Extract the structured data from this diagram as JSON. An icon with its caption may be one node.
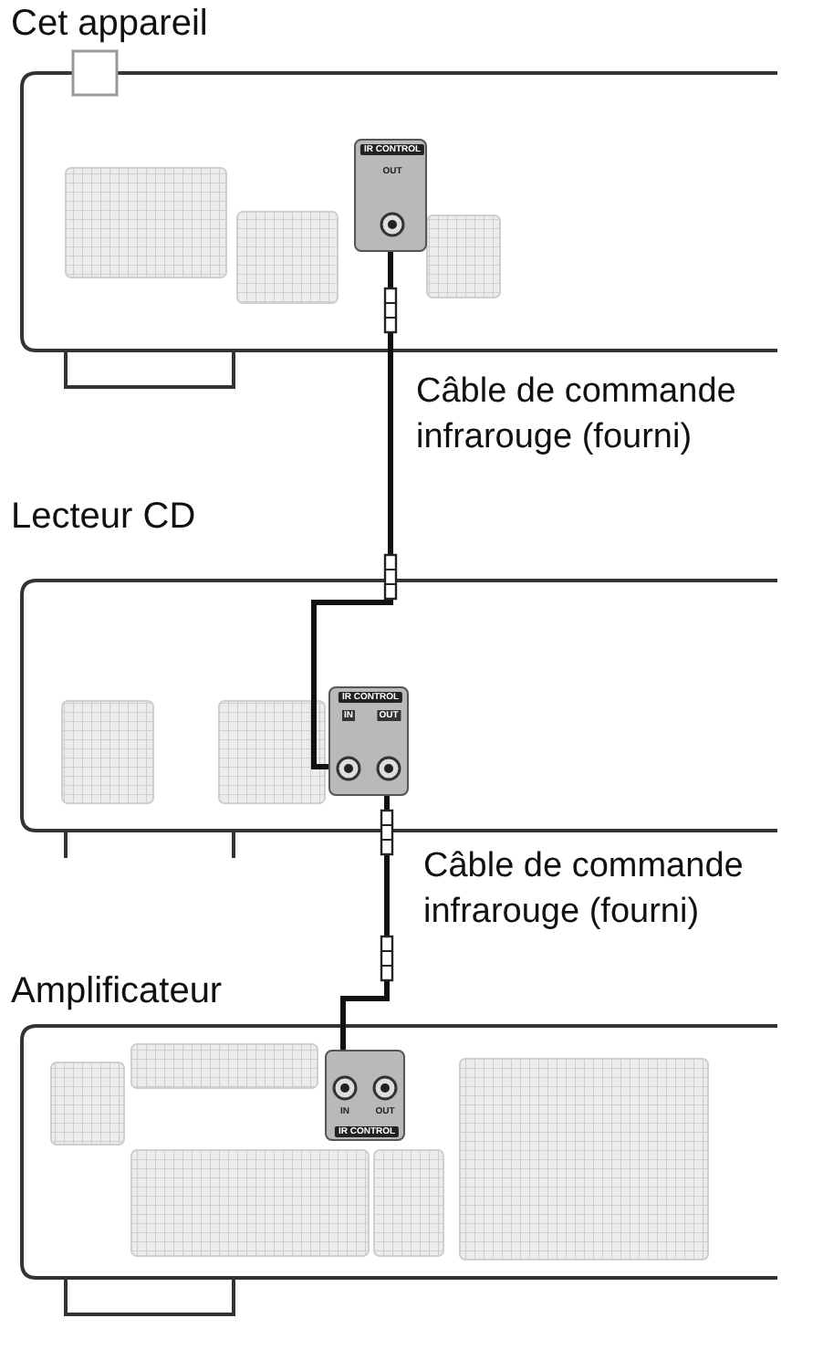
{
  "diagram": {
    "nodes": [
      {
        "text": [
          "Cet appareil"
        ]
      },
      {
        "text": [
          "IR CONTROL",
          "OUT"
        ],
        "in": 0
      },
      {
        "text": [
          "Lecteur CD"
        ]
      },
      {
        "text": [
          "IR CONTROL",
          "IN",
          "OUT"
        ],
        "in": 2
      },
      {
        "text": [
          "Amplificateur"
        ]
      },
      {
        "text": [
          "IN",
          "OUT",
          "IR CONTROL"
        ],
        "in": 4
      }
    ],
    "edges": [
      {
        "from": 1,
        "to": 3,
        "arrow": "none",
        "label": "Câble de commande infrarouge (fourni)"
      },
      {
        "from": 3,
        "to": 5,
        "arrow": "none",
        "label": "Câble de commande infrarouge (fourni)"
      }
    ]
  }
}
